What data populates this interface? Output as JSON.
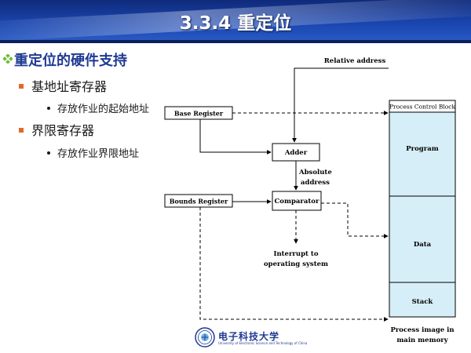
{
  "slide": {
    "title": "3.3.4 重定位",
    "heading": "重定位的硬件支持",
    "bullets": [
      {
        "label": "基地址寄存器",
        "sub": [
          "存放作业的起始地址"
        ]
      },
      {
        "label": "界限寄存器",
        "sub": [
          "存放作业界限地址"
        ]
      }
    ]
  },
  "diagram": {
    "relative_address": "Relative address",
    "base_register": "Base Register",
    "bounds_register": "Bounds Register",
    "adder": "Adder",
    "absolute_address_1": "Absolute",
    "absolute_address_2": "address",
    "comparator": "Comparator",
    "interrupt_1": "Interrupt to",
    "interrupt_2": "operating system",
    "pcb": "Process Control Block",
    "program": "Program",
    "data": "Data",
    "stack": "Stack",
    "image_caption_1": "Process image in",
    "image_caption_2": "main memory"
  },
  "footer": {
    "university": "电子科技大学",
    "university_en": "University of Electronic Science and Technology of China"
  },
  "colors": {
    "header": "#1a46b0",
    "heading": "#1f3a93",
    "bullet_square": "#e06a2c",
    "memory_fill": "#d6eef7"
  }
}
